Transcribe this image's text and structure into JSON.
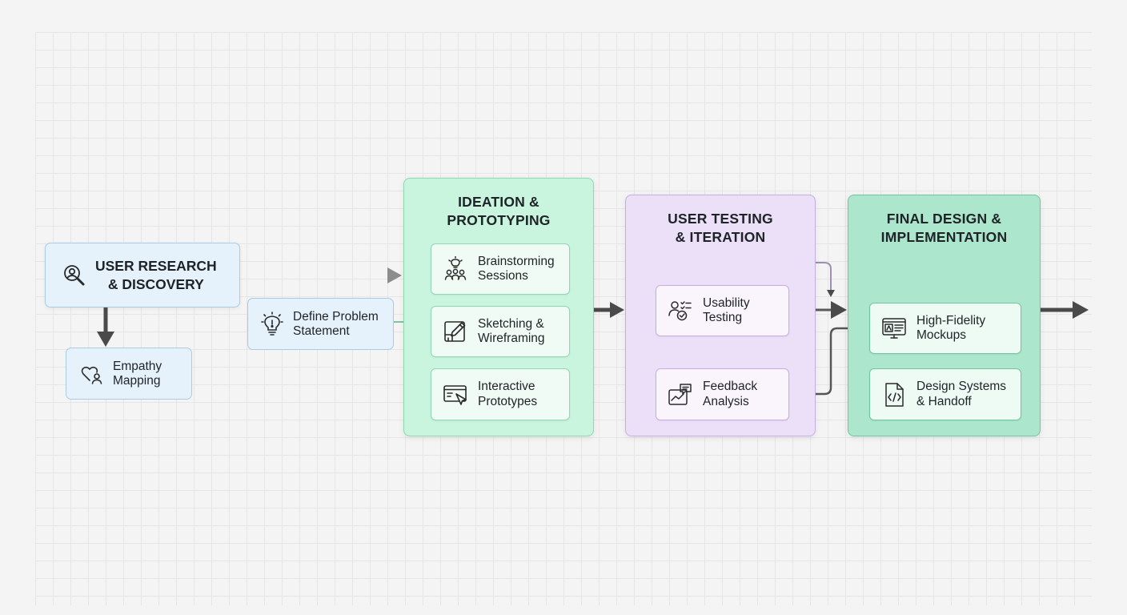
{
  "nodes": {
    "user_research": {
      "label": "USER RESEARCH\n& DISCOVERY",
      "icon": "user-search-icon"
    },
    "empathy": {
      "label": "Empathy\nMapping",
      "icon": "heart-user-icon"
    },
    "define": {
      "label": "Define Problem\nStatement",
      "icon": "lightbulb-icon"
    }
  },
  "phases": {
    "ideation": {
      "title": "IDEATION &\nPROTOTYPING",
      "items": [
        {
          "label": "Brainstorming\nSessions",
          "icon": "brainstorm-group-icon"
        },
        {
          "label": "Sketching &\nWireframing",
          "icon": "sketch-pencil-icon"
        },
        {
          "label": "Interactive\nPrototypes",
          "icon": "prototype-screen-icon"
        }
      ]
    },
    "testing": {
      "title": "USER TESTING\n& ITERATION",
      "items": [
        {
          "label": "Usability\nTesting",
          "icon": "usability-check-icon"
        },
        {
          "label": "Feedback\nAnalysis",
          "icon": "feedback-chart-icon"
        }
      ]
    },
    "final": {
      "title": "FINAL DESIGN &\nIMPLEMENTATION",
      "items": [
        {
          "label": "High-Fidelity\nMockups",
          "icon": "mockup-monitor-icon"
        },
        {
          "label": "Design Systems\n& Handoff",
          "icon": "code-file-icon"
        }
      ]
    }
  },
  "colors": {
    "research": "#e6f2fb",
    "ideation": "#c9f4de",
    "testing": "#ecdff8",
    "final": "#ace6cc",
    "arrow": "#4a4a4a"
  }
}
